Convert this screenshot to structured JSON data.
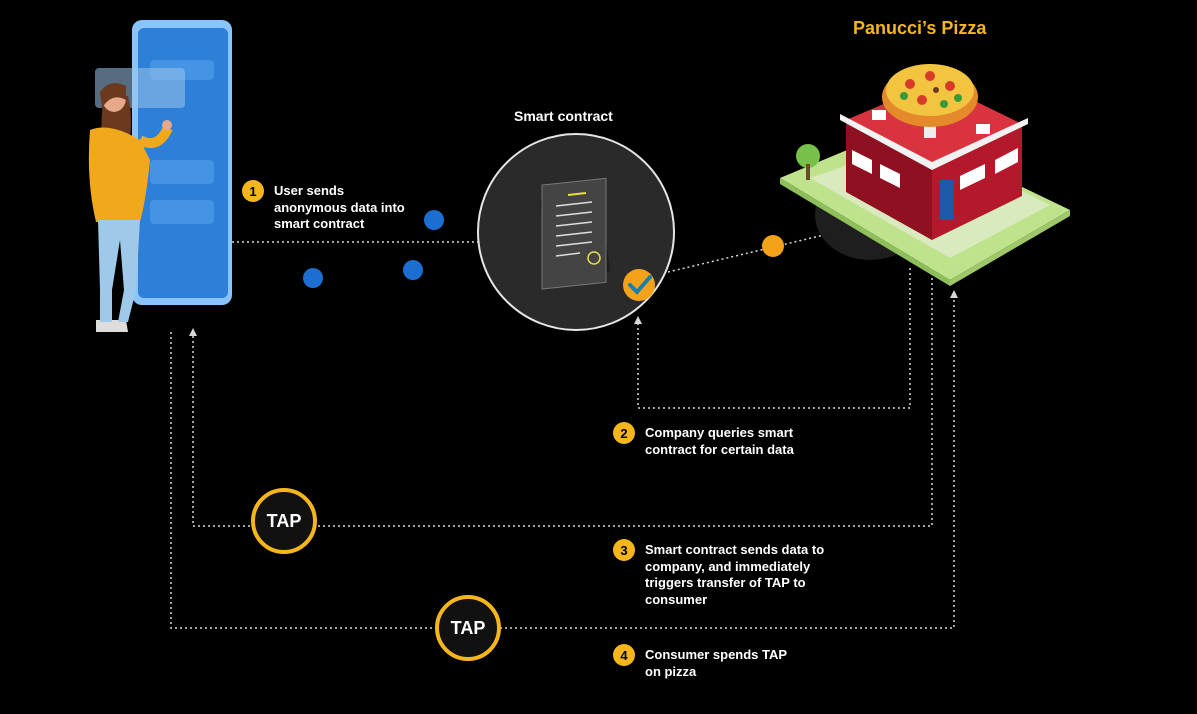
{
  "company_title": "Panucci’s Pizza",
  "contract_title": "Smart contract",
  "steps": [
    {
      "num": "1",
      "text": "User sends\nanonymous data into\nsmart contract"
    },
    {
      "num": "2",
      "text": "Company queries smart\ncontract for certain data"
    },
    {
      "num": "3",
      "text": "Smart contract sends data to\ncompany, and immediately\ntriggers transfer of TAP to\nconsumer"
    },
    {
      "num": "4",
      "text": "Consumer spends TAP\non pizza"
    }
  ],
  "token_label": "TAP",
  "colors": {
    "accent": "#f5b51c",
    "data_dot": "#1c6fd1",
    "background": "#000000"
  },
  "icons": [
    "person-with-phone-icon",
    "smart-contract-document-icon",
    "checkmark-icon",
    "pizza-shop-icon"
  ]
}
